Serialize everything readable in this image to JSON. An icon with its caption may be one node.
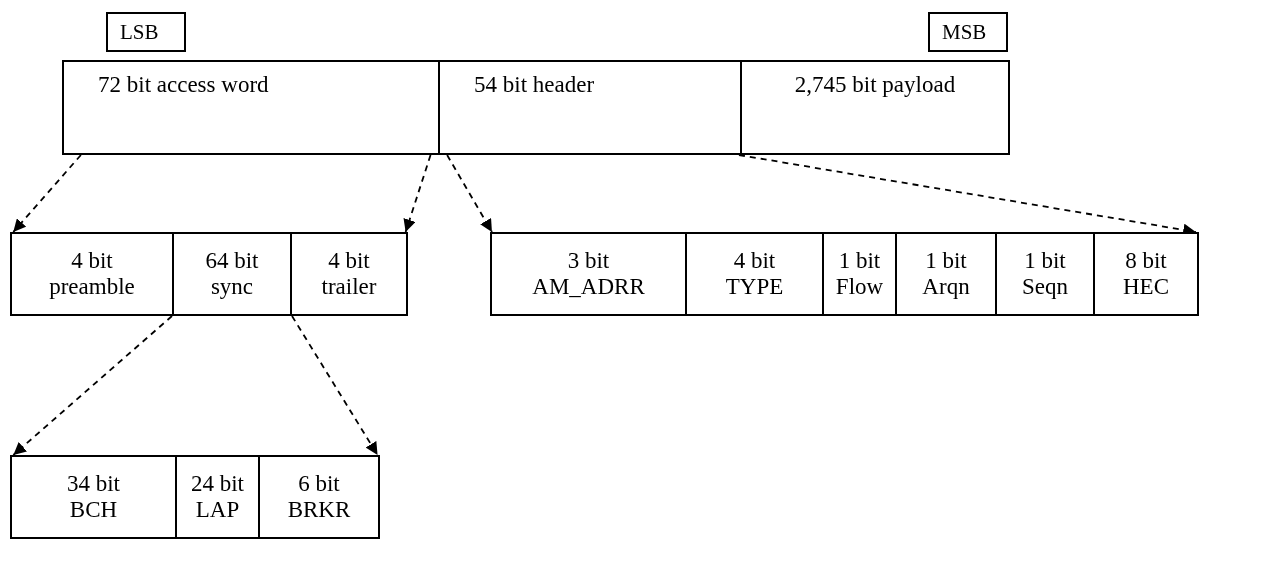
{
  "diagram": {
    "nodes": [
      {
        "text": [
          "LSB"
        ]
      },
      {
        "text": [
          "MSB"
        ]
      },
      {
        "text": [
          "72 bit access word"
        ]
      },
      {
        "text": [
          "54 bit header"
        ]
      },
      {
        "text": [
          "2,745 bit payload"
        ]
      },
      {
        "text": [
          "4 bit preamble"
        ]
      },
      {
        "text": [
          "64 bit sync"
        ]
      },
      {
        "text": [
          "4 bit trailer"
        ]
      },
      {
        "text": [
          "3 bit AM_ADRR"
        ]
      },
      {
        "text": [
          "4 bit TYPE"
        ]
      },
      {
        "text": [
          "1 bit Flow"
        ]
      },
      {
        "text": [
          "1 bit Arqn"
        ]
      },
      {
        "text": [
          "1 bit Seqn"
        ]
      },
      {
        "text": [
          "8 bit HEC"
        ]
      },
      {
        "text": [
          "34 bit BCH"
        ]
      },
      {
        "text": [
          "24 bit LAP"
        ]
      },
      {
        "text": [
          "6 bit BRKR"
        ]
      }
    ],
    "edges": [
      {
        "from": 2,
        "to": 5,
        "arrow": "to",
        "style": "dashed"
      },
      {
        "from": 2,
        "to": 7,
        "arrow": "to",
        "style": "dashed"
      },
      {
        "from": 3,
        "to": 8,
        "arrow": "to",
        "style": "dashed"
      },
      {
        "from": 3,
        "to": 13,
        "arrow": "to",
        "style": "dashed"
      },
      {
        "from": 6,
        "to": 14,
        "arrow": "to",
        "style": "dashed"
      },
      {
        "from": 6,
        "to": 16,
        "arrow": "to",
        "style": "dashed"
      }
    ]
  }
}
